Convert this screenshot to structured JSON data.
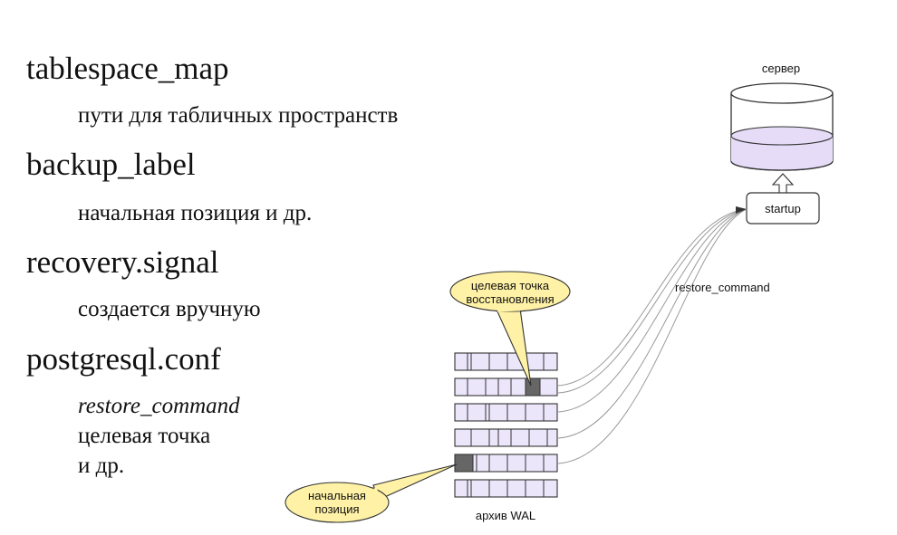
{
  "items": [
    {
      "term": "tablespace_map",
      "desc": "пути для табличных пространств"
    },
    {
      "term": "backup_label",
      "desc": "начальная позиция и др."
    },
    {
      "term": "recovery.signal",
      "desc": "создается вручную"
    },
    {
      "term": "postgresql.conf",
      "desc_lines": [
        "restore_command",
        "целевая точка",
        "и др."
      ]
    }
  ],
  "diagram": {
    "server_label": "сервер",
    "startup_label": "startup",
    "restore_command_label": "restore_command",
    "target_callout": [
      "целевая точка",
      "восстановления"
    ],
    "start_callout": [
      "начальная",
      "позиция"
    ],
    "archive_label": "архив WAL"
  },
  "colors": {
    "segment_fill": "#ece6fb",
    "db_fill": "#e6dcf8",
    "callout_fill": "#fff2a6",
    "marker_fill": "#666666",
    "line": "#333333"
  }
}
